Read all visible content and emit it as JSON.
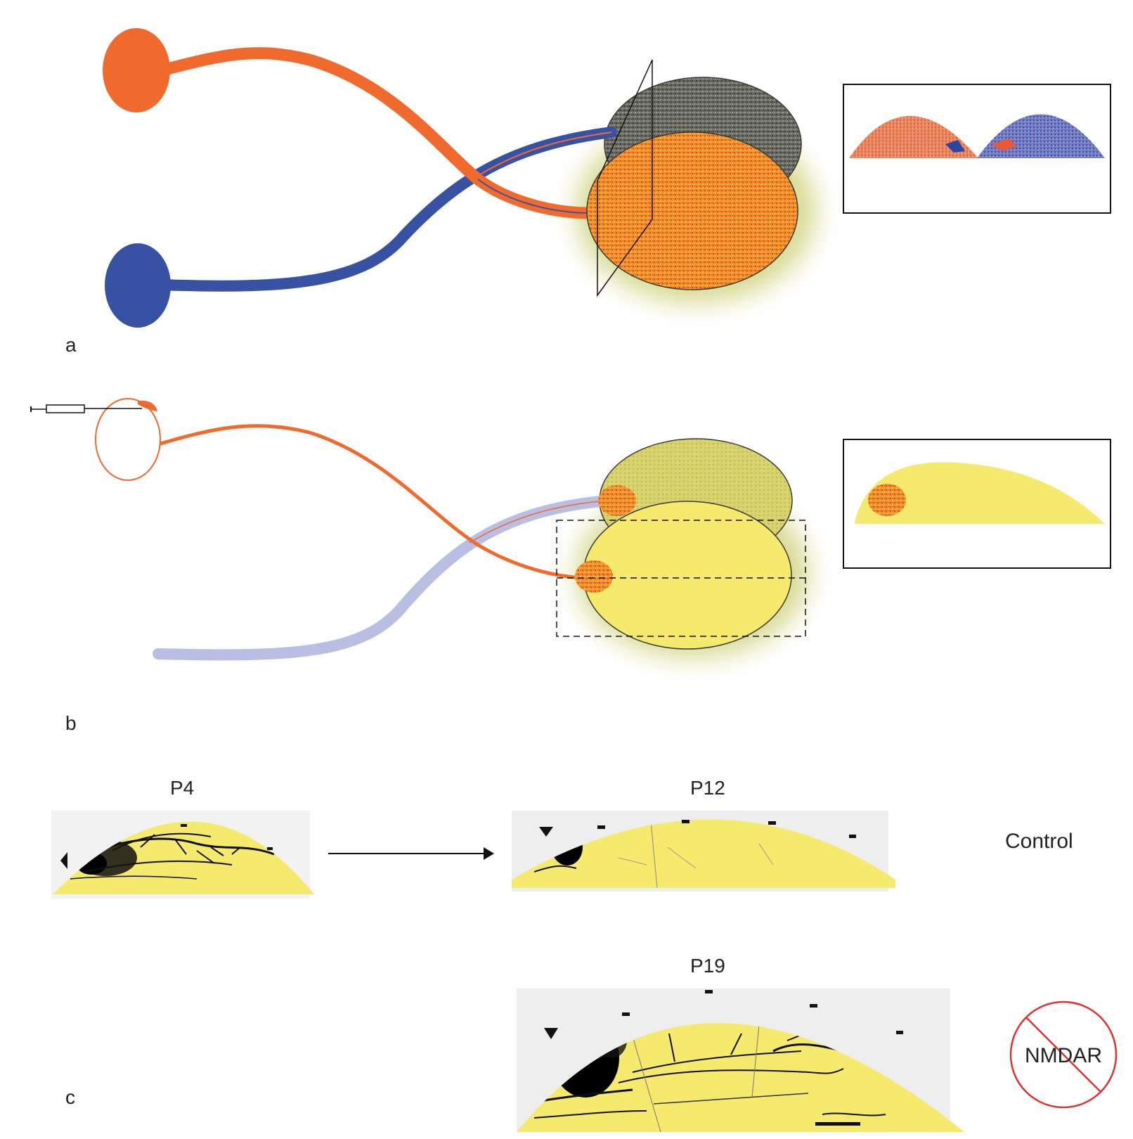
{
  "panels": {
    "a": {
      "label": "a"
    },
    "b": {
      "label": "b"
    },
    "c": {
      "label": "c"
    }
  },
  "timepoints": {
    "p4": "P4",
    "p12": "P12",
    "p19": "P19"
  },
  "conditions": {
    "control": "Control",
    "nmdar": "NMDAR"
  },
  "colors": {
    "orange": "#f06a2e",
    "blue": "#3852a3",
    "light_blue": "#b8bfe3",
    "yellow": "#f5ea6e",
    "dark_speckle": "#5e5f58",
    "black": "#111111"
  }
}
